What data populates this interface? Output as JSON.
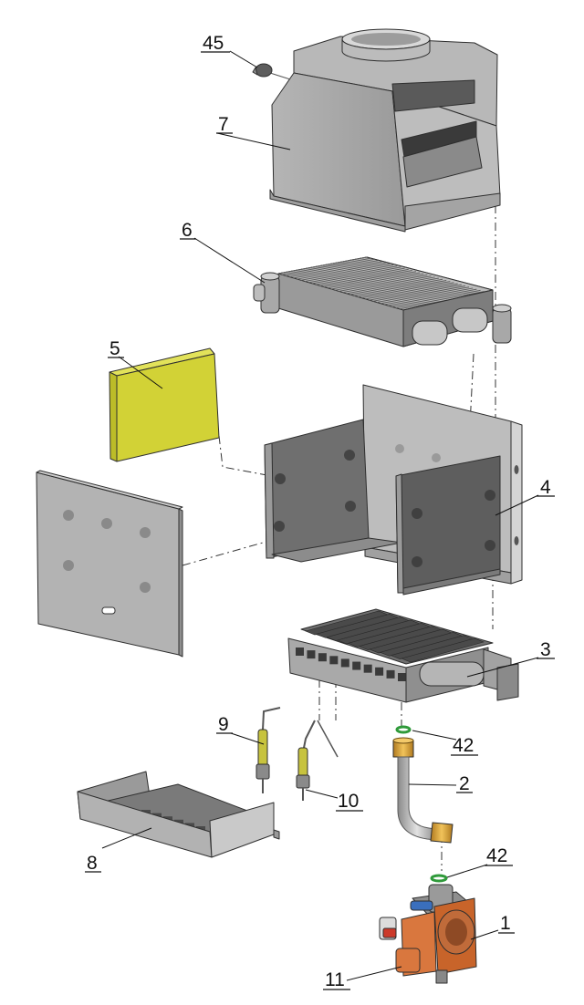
{
  "diagram": {
    "type": "exploded-parts-view",
    "colors": {
      "part_light": "#c9c9c9",
      "part_mid": "#a9a9a9",
      "part_dark": "#6f6f6f",
      "insulation_yellow": "#d4d43a",
      "valve_orange": "#d9773e",
      "seal_green": "#2f9a3a",
      "line": "#222222"
    },
    "callouts": [
      {
        "id": "p45",
        "label": "45"
      },
      {
        "id": "p7",
        "label": "7"
      },
      {
        "id": "p6",
        "label": "6"
      },
      {
        "id": "p5",
        "label": "5"
      },
      {
        "id": "p4",
        "label": "4"
      },
      {
        "id": "p3",
        "label": "3"
      },
      {
        "id": "p9",
        "label": "9"
      },
      {
        "id": "p42a",
        "label": "42"
      },
      {
        "id": "p2",
        "label": "2"
      },
      {
        "id": "p10",
        "label": "10"
      },
      {
        "id": "p8",
        "label": "8"
      },
      {
        "id": "p42b",
        "label": "42"
      },
      {
        "id": "p1",
        "label": "1"
      },
      {
        "id": "p11",
        "label": "11"
      }
    ]
  }
}
